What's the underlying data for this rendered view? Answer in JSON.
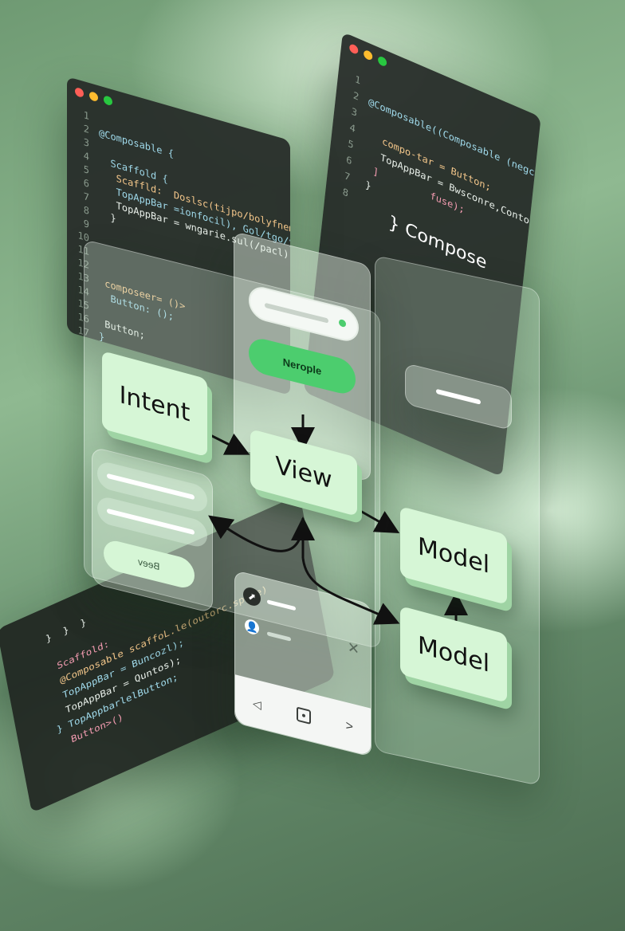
{
  "panel_left": {
    "line_numbers": [
      "1",
      "2",
      "3",
      "4",
      "5",
      "6",
      "7",
      "8",
      "9",
      "10",
      "11",
      "12",
      "13",
      "14",
      "15",
      "16",
      "17"
    ],
    "lines": [
      "",
      "@Composable {",
      "",
      "  Scaffold {",
      "   Scaffld:  Doslsc(tijpo/bolyfneml);",
      "   TopAppBar =ionfocil), Gol/tgo/yists",
      "   TopAppBar = wngarie.sul(/pacl);",
      "  }",
      "",
      "",
      "",
      "",
      " composeer= ()>",
      "  Button: ();",
      "",
      " Button;",
      "}"
    ]
  },
  "panel_right": {
    "line_numbers": [
      "1",
      "2",
      "3",
      "4",
      "5",
      "6",
      "7",
      "8"
    ],
    "lines": [
      "",
      "@Composable((Composable (negcan);",
      "",
      "   compo-tar = Button;",
      "   TopAppBar = Bwsconre,Contoro/usid/gtla();",
      "  ]         fuse);",
      " }",
      ""
    ],
    "caption": "} Compose"
  },
  "panel_bottom": {
    "lines": [
      "  }  }  }",
      "",
      "   Scaffold:",
      "   @Composable scaffoL.le(outorc.spole)",
      "   TopAppBar = Buncozl);",
      "   TopAppBar = Quntos);",
      " } TopAppbarlelButton;",
      "   Button>()"
    ]
  },
  "diagram": {
    "intent": "Intent",
    "view": "View",
    "model_top": "Model",
    "model_bottom": "Model"
  },
  "phone_card": {
    "button_label": "Nerople"
  },
  "left_card": {
    "button_label": "Beev"
  },
  "nav": {
    "back_icon": "triangle-left",
    "home_icon": "square-dot",
    "recent_icon": "chevron-right",
    "close_icon": "x"
  },
  "colors": {
    "accent_green": "#4ccd6e",
    "block_fill": "#d6f6d6",
    "code_bg": "#262c28"
  }
}
